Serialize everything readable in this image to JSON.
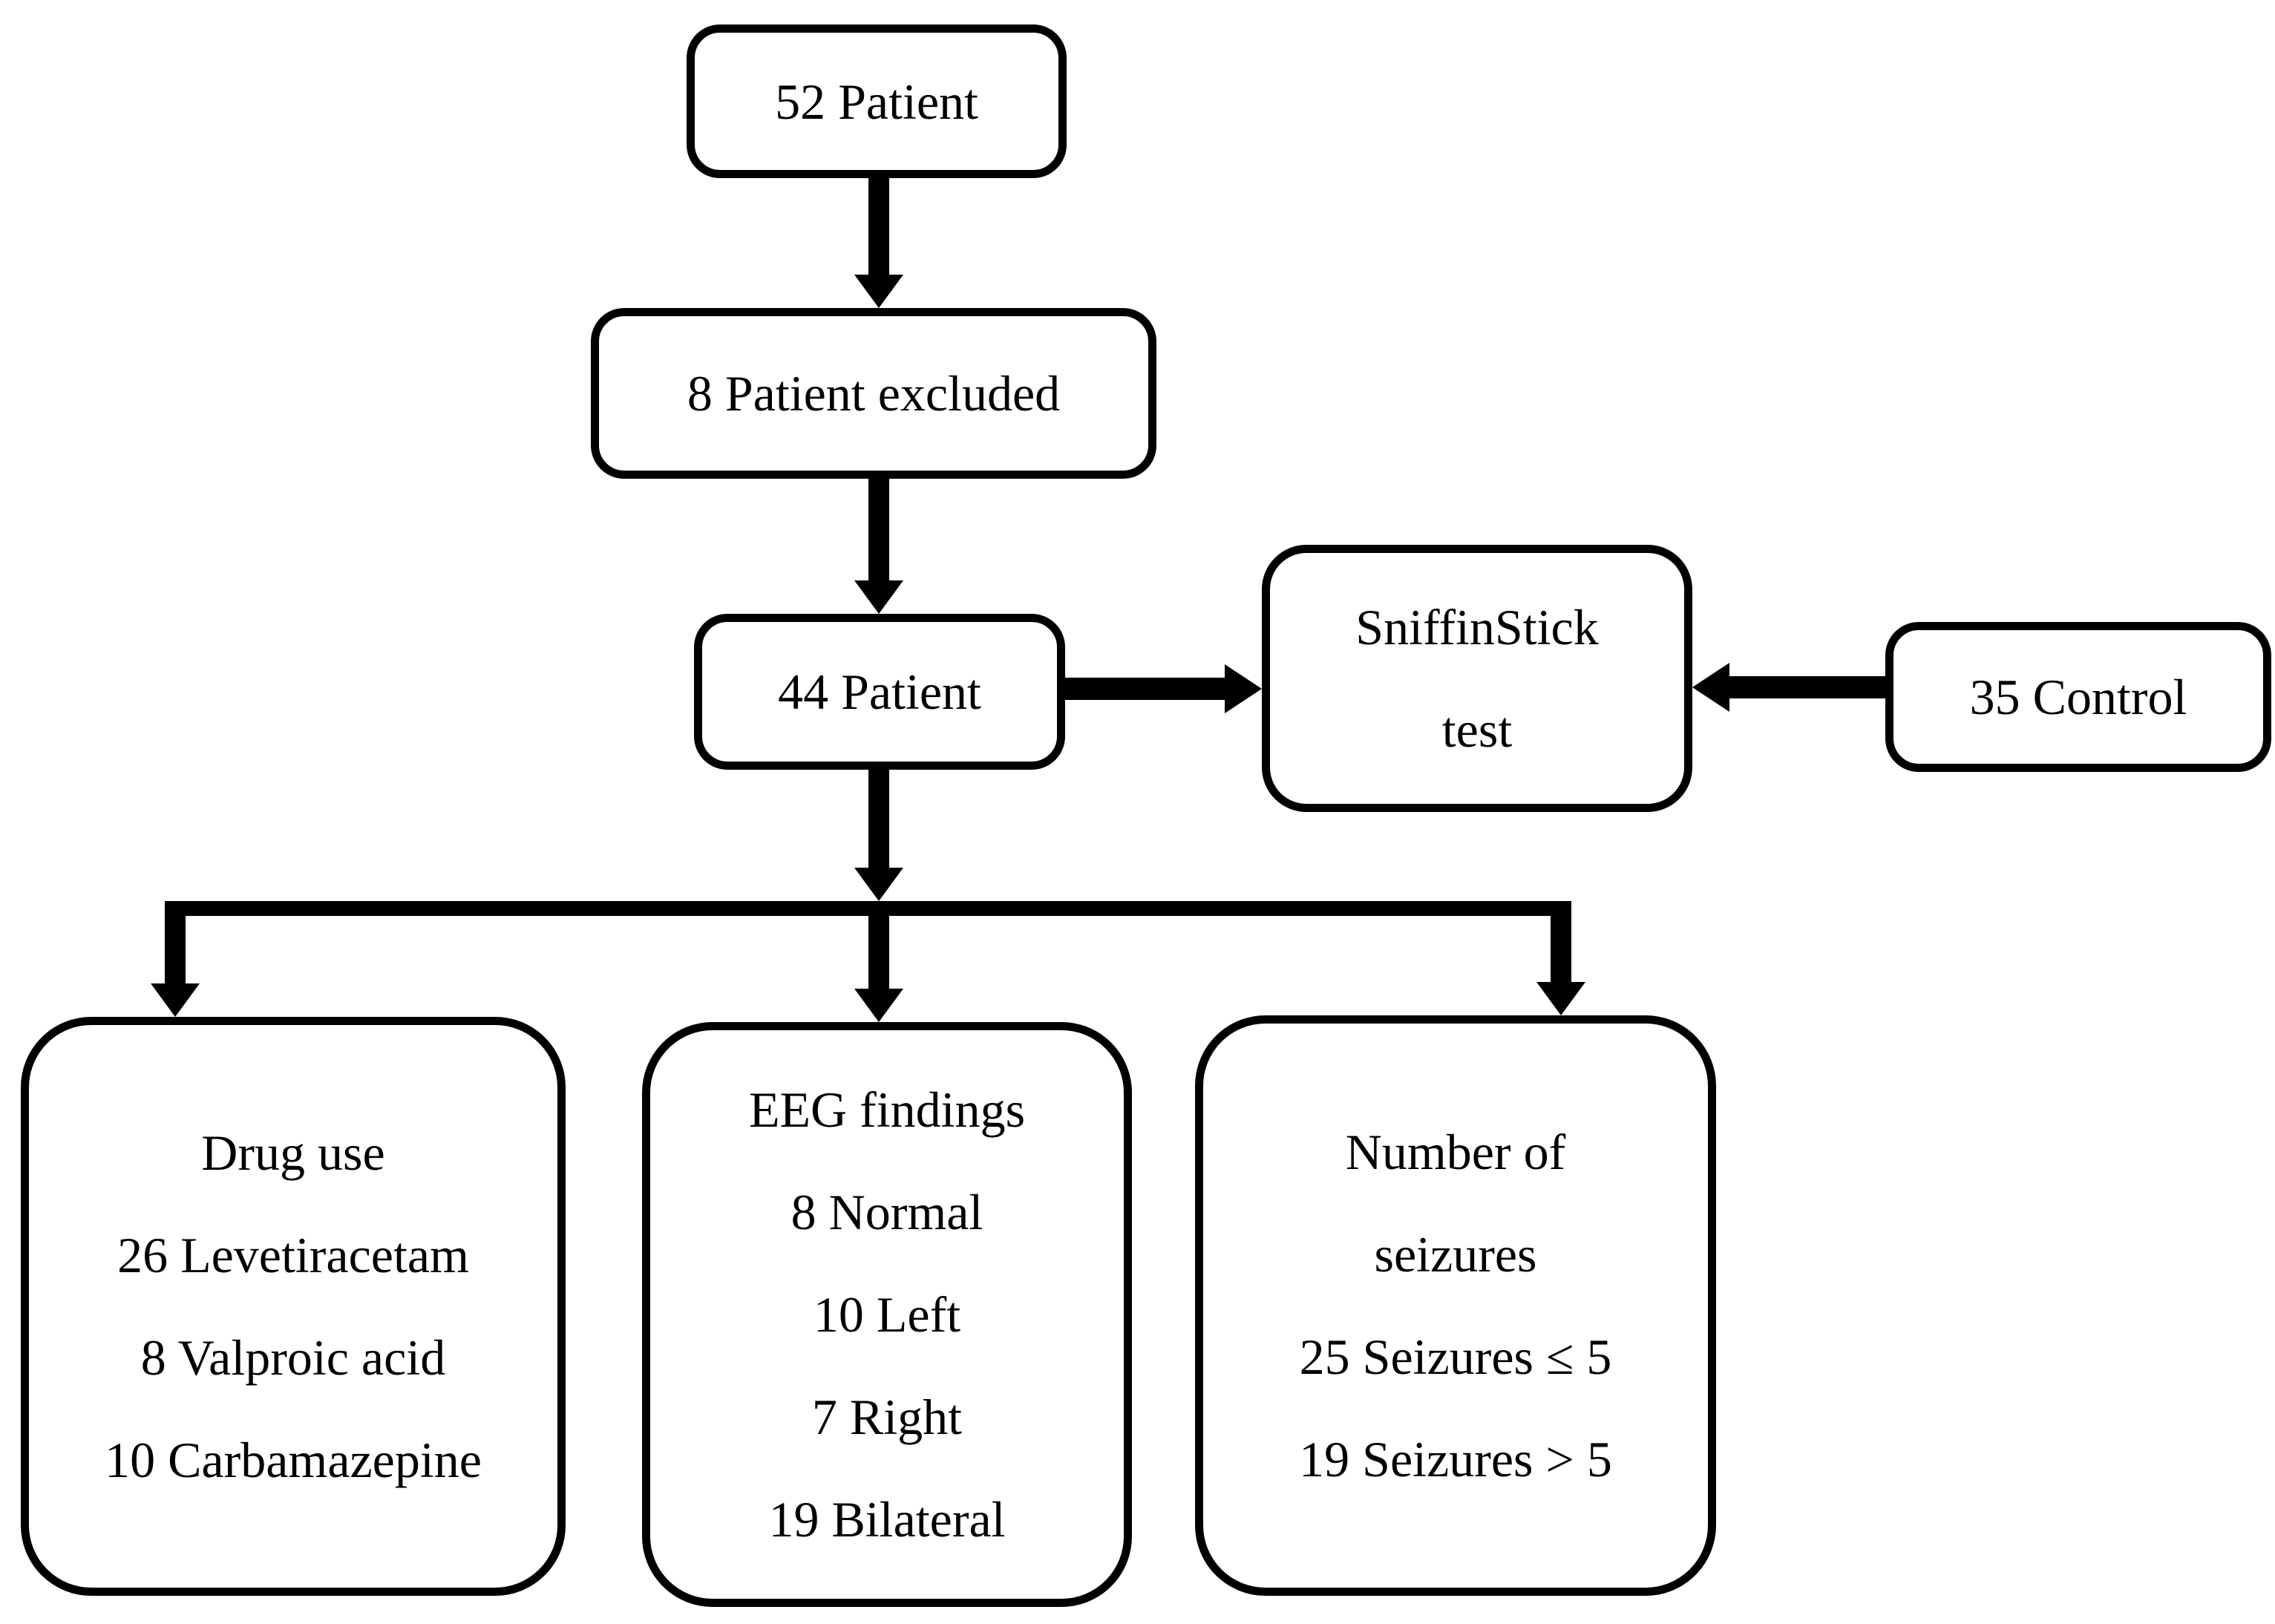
{
  "diagram": {
    "background_color": "#ffffff",
    "stroke_color": "#000000",
    "nodes": {
      "patients_total": {
        "lines": [
          "52 Patient"
        ]
      },
      "patients_excluded": {
        "lines": [
          "8 Patient excluded"
        ]
      },
      "patients_included": {
        "lines": [
          "44 Patient"
        ]
      },
      "sniffin_stick_test": {
        "lines": [
          "SniffinStick",
          "test"
        ]
      },
      "control_group": {
        "lines": [
          "35 Control"
        ]
      },
      "drug_use": {
        "lines": [
          "Drug use",
          "26 Levetiracetam",
          "8 Valproic acid",
          "10 Carbamazepine"
        ]
      },
      "eeg_findings": {
        "lines": [
          "EEG findings",
          "8 Normal",
          "10 Left",
          "7 Right",
          "19 Bilateral"
        ]
      },
      "number_of_seizures": {
        "lines": [
          "Number of",
          "seizures",
          "25 Seizures ≤ 5",
          "19 Seizures > 5"
        ]
      }
    },
    "edges": [
      {
        "from": "patients_total",
        "to": "patients_excluded"
      },
      {
        "from": "patients_excluded",
        "to": "patients_included"
      },
      {
        "from": "patients_included",
        "to": "sniffin_stick_test"
      },
      {
        "from": "control_group",
        "to": "sniffin_stick_test"
      },
      {
        "from": "patients_included",
        "to": "drug_use"
      },
      {
        "from": "patients_included",
        "to": "eeg_findings"
      },
      {
        "from": "patients_included",
        "to": "number_of_seizures"
      }
    ]
  }
}
